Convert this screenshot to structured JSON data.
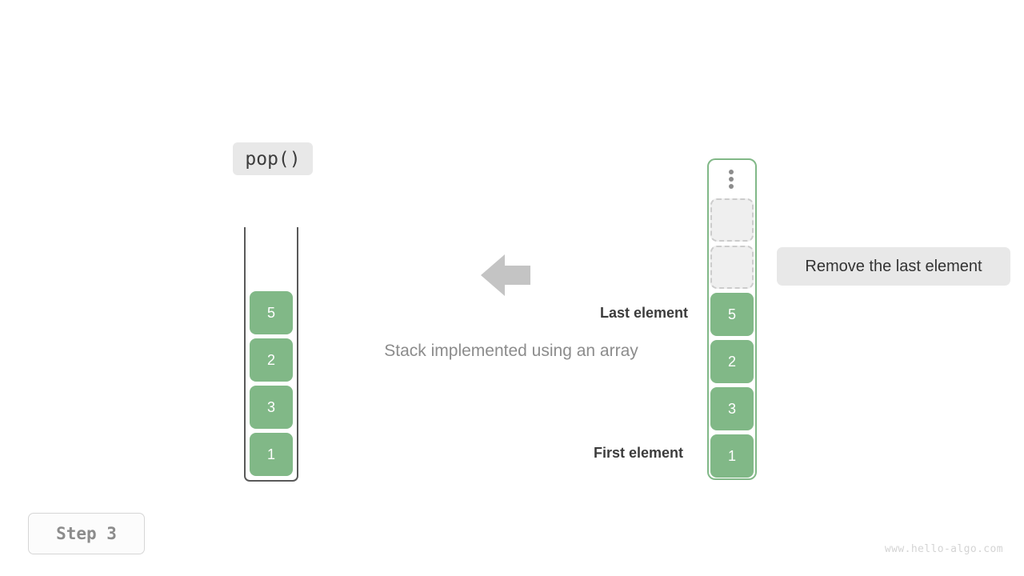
{
  "operation": {
    "label": "pop()"
  },
  "caption": {
    "text": "Stack implemented using an array"
  },
  "left_stack": {
    "name": "abstract-stack",
    "cells": [
      {
        "value": "5"
      },
      {
        "value": "2"
      },
      {
        "value": "3"
      },
      {
        "value": "1"
      }
    ]
  },
  "right_stack": {
    "name": "array-backed-stack",
    "empty_slots": 2,
    "dots_count": 3,
    "cells": [
      {
        "value": "5"
      },
      {
        "value": "2"
      },
      {
        "value": "3"
      },
      {
        "value": "1"
      }
    ]
  },
  "annotations": {
    "last_element": "Last element",
    "first_element": "First element"
  },
  "note": {
    "text": "Remove the last element"
  },
  "step": {
    "label": "Step 3"
  },
  "watermark": {
    "text": "www.hello-algo.com"
  },
  "colors": {
    "accent_green": "#81b887",
    "chip_gray": "#e8e8e8",
    "text_dark": "#3c3c3c",
    "text_muted": "#8c8c8c",
    "arrow_gray": "#c4c4c4",
    "empty_slot_fill": "#efefef",
    "empty_slot_border": "#cccccc"
  },
  "arrow": {
    "direction": "left"
  }
}
